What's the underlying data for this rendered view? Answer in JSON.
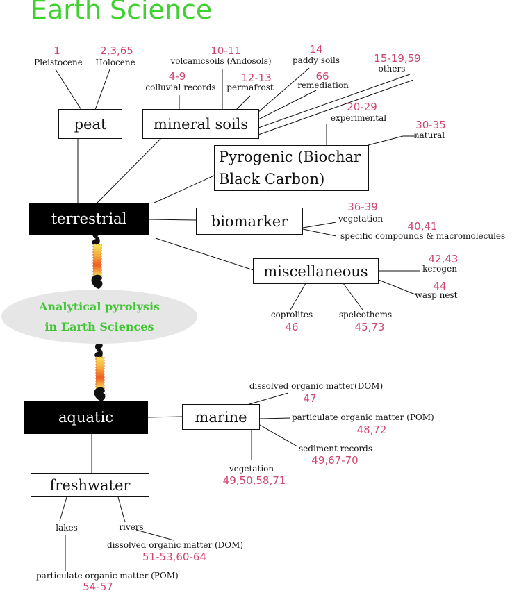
{
  "title": "Earth Science",
  "center": {
    "line1": "Analytical pyrolysis",
    "line2": "in Earth Sciences"
  },
  "colors": {
    "title": "#3fd12f",
    "refs": "#d0466f",
    "center_text": "#3fc532",
    "ellipse": "#e6e6e6"
  },
  "terrestrial": {
    "label": "terrestrial",
    "peat": {
      "label": "peat",
      "pleistocene": "Pleistocene",
      "pleistocene_ref": "1",
      "holocene": "Holocene",
      "holocene_ref": "2,3,65"
    },
    "mineral_soils": {
      "label": "mineral soils",
      "colluvial": "colluvial records",
      "colluvial_ref": "4-9",
      "volcanic": "volcanicsoils (Andosols)",
      "volcanic_ref": "10-11",
      "permafrost": "permafrost",
      "permafrost_ref": "12-13",
      "paddy": "paddy soils",
      "paddy_ref": "14",
      "remediation": "remediation",
      "remediation_ref": "66",
      "others": "others",
      "others_ref": "15-19,59"
    },
    "pyrogenic": {
      "line1": "Pyrogenic (Biochar",
      "line2": "Black Carbon)",
      "experimental": "experimental",
      "experimental_ref": "20-29",
      "natural": "natural",
      "natural_ref": "30-35"
    },
    "biomarker": {
      "label": "biomarker",
      "vegetation": "vegetation",
      "vegetation_ref": "36-39",
      "specific": "specific compounds & macromolecules",
      "specific_ref": "40,41"
    },
    "misc": {
      "label": "miscellaneous",
      "kerogen": "kerogen",
      "kerogen_ref": "42,43",
      "wasp": "wasp nest",
      "wasp_ref": "44",
      "coprolites": "coprolites",
      "coprolites_ref": "46",
      "speleothems": "speleothems",
      "speleothems_ref": "45,73"
    }
  },
  "aquatic": {
    "label": "aquatic",
    "marine": {
      "label": "marine",
      "dom": "dissolved organic matter(DOM)",
      "dom_ref": "47",
      "pom": "particulate organic matter (POM)",
      "pom_ref": "48,72",
      "sediment": "sediment records",
      "sediment_ref": "49,67-70",
      "vegetation": "vegetation",
      "vegetation_ref": "49,50,58,71"
    },
    "freshwater": {
      "label": "freshwater",
      "lakes": "lakes",
      "rivers": "rivers",
      "dom": "dissolved organic matter (DOM)",
      "dom_ref": "51-53,60-64",
      "pom": "particulate organic matter (POM)",
      "pom_ref": "54-57"
    }
  }
}
